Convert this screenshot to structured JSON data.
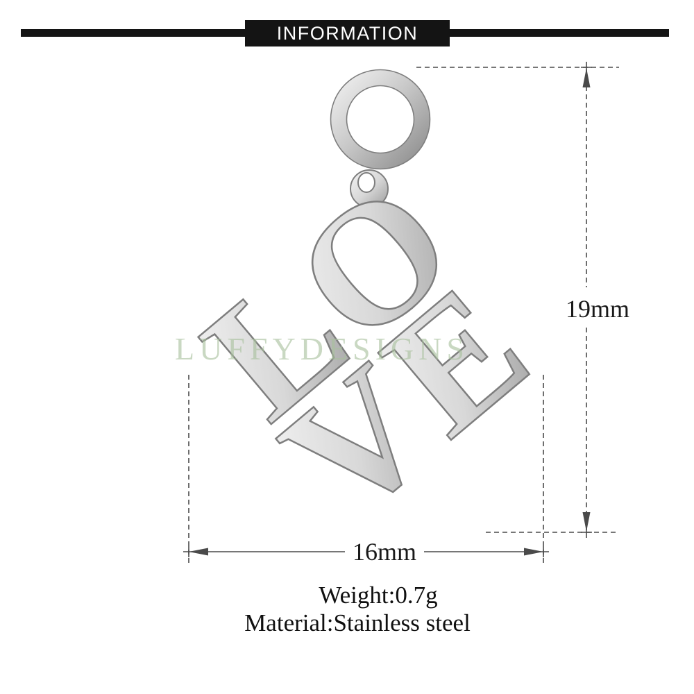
{
  "header": {
    "title": "INFORMATION"
  },
  "watermark": "LUFFYDESIGNS",
  "charm": {
    "letters": {
      "l": "L",
      "o": "O",
      "v": "V",
      "e": "E"
    }
  },
  "dimensions": {
    "height_label": "19mm",
    "width_label": "16mm"
  },
  "specs": {
    "weight": "Weight:0.7g",
    "material": "Material:Stainless steel"
  },
  "colors": {
    "header_bg": "#141414",
    "header_text": "#ffffff",
    "dimension_line": "#4a4a4a",
    "watermark": "#a8c09c",
    "steel_light": "#f4f4f4",
    "steel_mid": "#d8d8d8",
    "steel_dark": "#9c9c9c",
    "steel_outline": "#7e7e7e"
  }
}
